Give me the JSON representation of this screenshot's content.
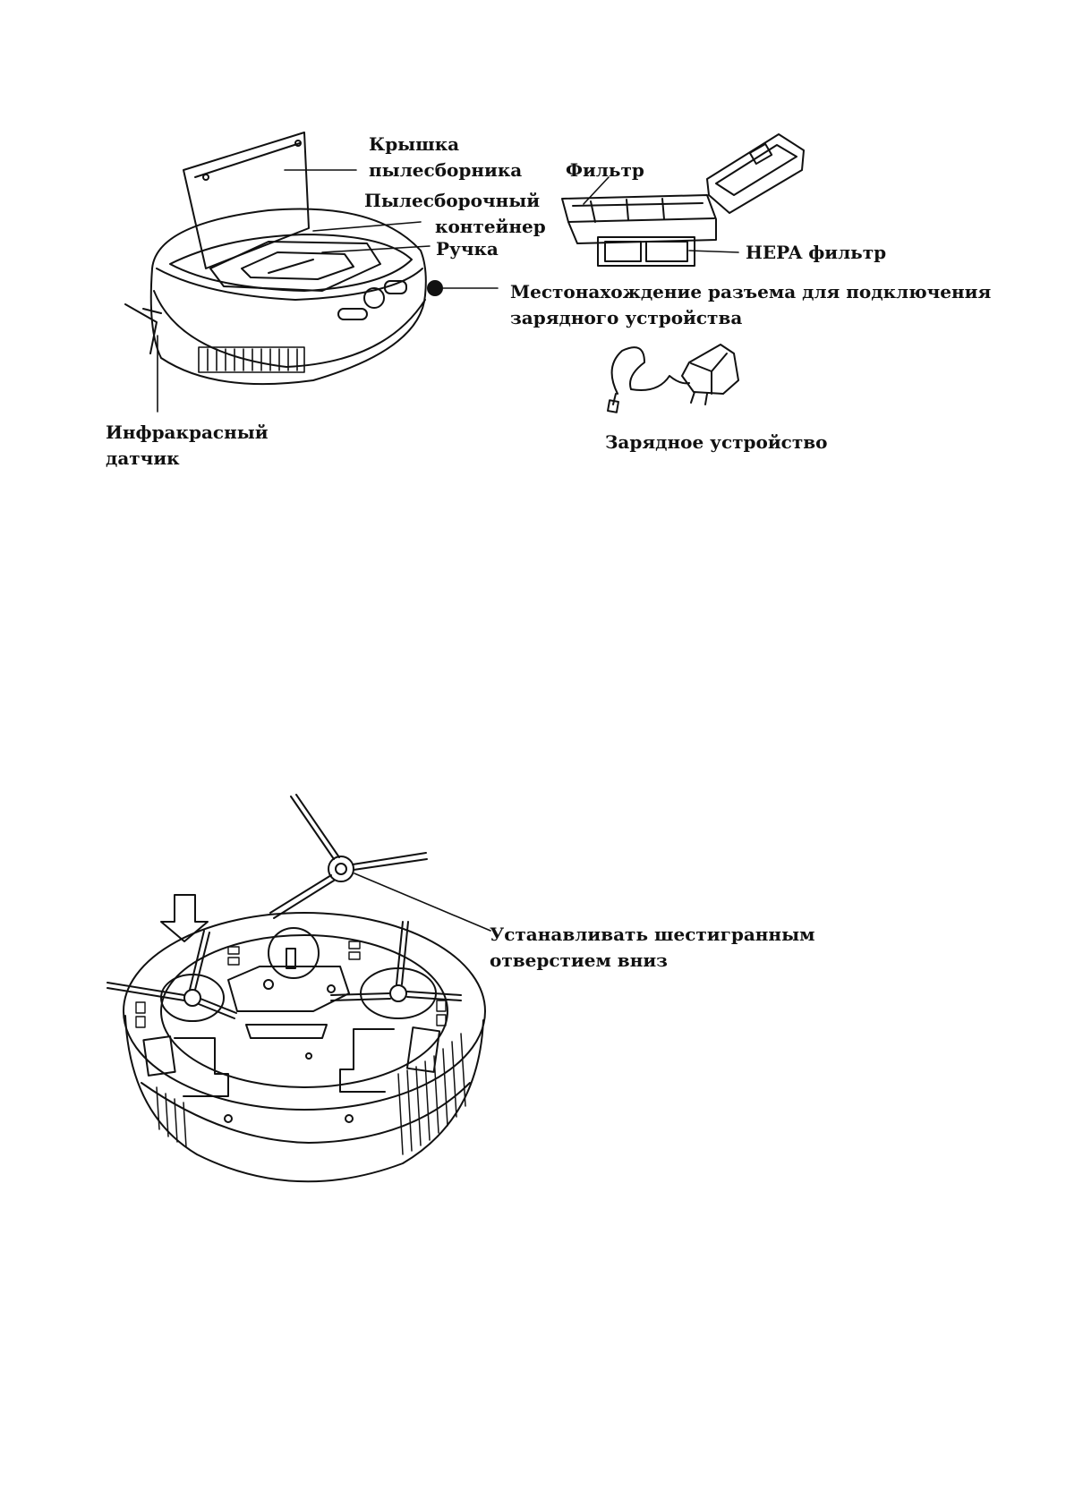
{
  "top_figure": {
    "labels": {
      "lid": [
        "Крышка",
        "пылесборника"
      ],
      "filter": "Фильтр",
      "dust_container": [
        "Пылесборочный",
        "контейнер"
      ],
      "handle": "Ручка",
      "hepa": "HEPA фильтр",
      "charging_socket": [
        "Местонахождение разъема для подключения",
        "зарядного устройства"
      ],
      "charger": "Зарядное устройство",
      "ir_sensor": [
        "Инфракрасный",
        "датчик"
      ]
    }
  },
  "bottom_figure": {
    "labels": {
      "install_note": [
        "Устанавливать шестигранным",
        "отверстием вниз"
      ]
    }
  }
}
